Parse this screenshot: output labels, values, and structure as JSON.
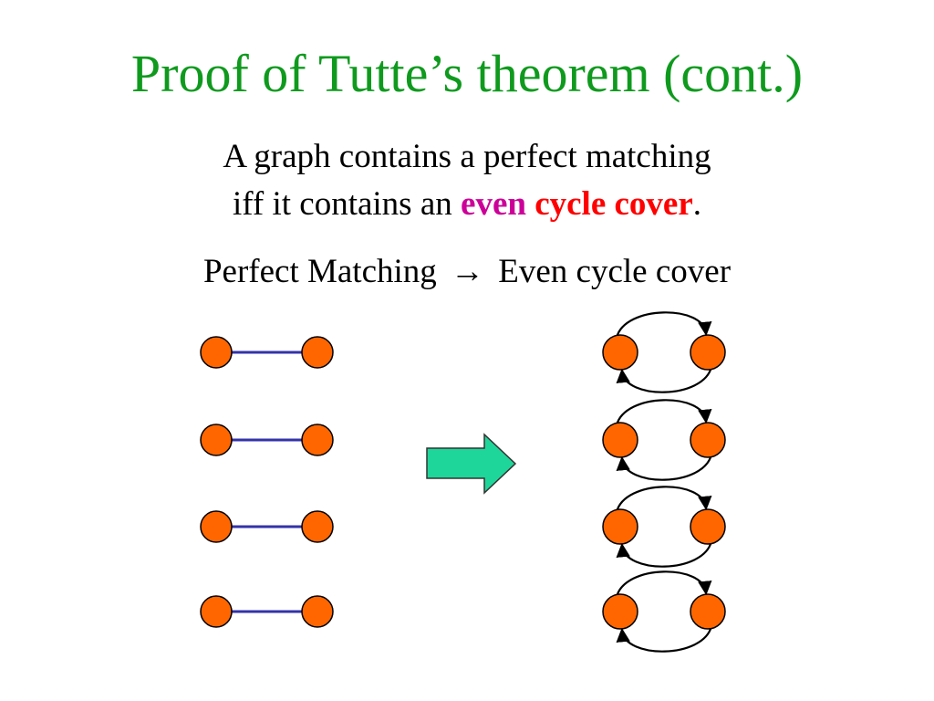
{
  "title": "Proof of Tutte’s theorem (cont.)",
  "statement": {
    "line1": "A graph contains a perfect matching",
    "line2_prefix": "iff it contains an",
    "word_even": "even",
    "word_cycle_cover": "cycle cover",
    "line2_suffix": "."
  },
  "direction": {
    "left": "Perfect Matching",
    "arrow_icon": "→",
    "right": "Even cycle cover"
  },
  "colors": {
    "title": "#0f9a1e",
    "even": "#cc0099",
    "cycle_cover": "#ff0000",
    "node_fill": "#ff6600",
    "node_stroke": "#000000",
    "matching_edge": "#3333aa",
    "cycle_arc": "#000000",
    "transform_arrow_fill": "#1fd69a",
    "transform_arrow_stroke": "#333333"
  },
  "diagram": {
    "left_panel": "perfect matching",
    "right_panel": "even cycle cover",
    "pair_count": 4,
    "transform_icon": "block-arrow-right"
  }
}
